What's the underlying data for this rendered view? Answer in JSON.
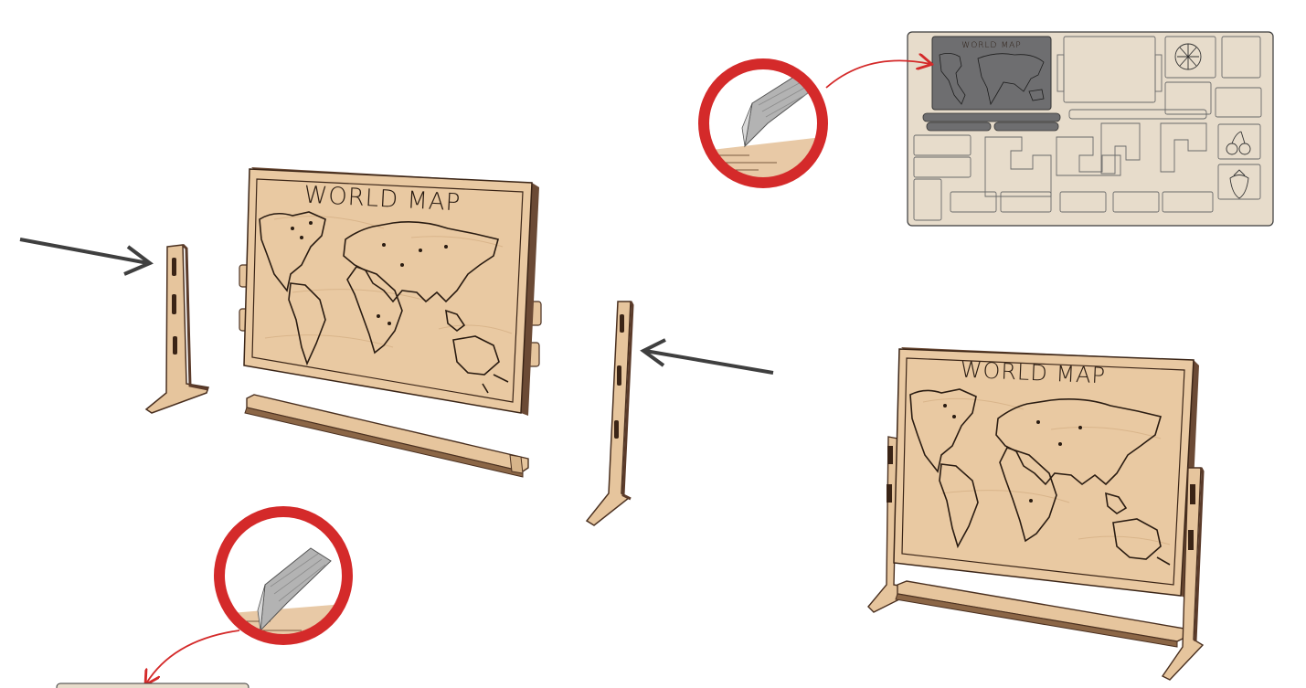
{
  "board_title": "WORLD MAP",
  "sheet_title": "WORLD MAP",
  "assembled_title": "WORLD MAP",
  "colors": {
    "wood": "#e9c9a2",
    "wood_edge": "#6b4a35",
    "sheet": "#e7dccb",
    "sheet_engraved": "#6e6e70",
    "callout_ring": "#d42a2a",
    "arrow": "#3f3f3f",
    "outline": "#2a1c12"
  },
  "icons": {
    "knife": "craft-knife-icon",
    "callout": "magnifier-callout",
    "arrow": "insert-arrow-icon"
  }
}
